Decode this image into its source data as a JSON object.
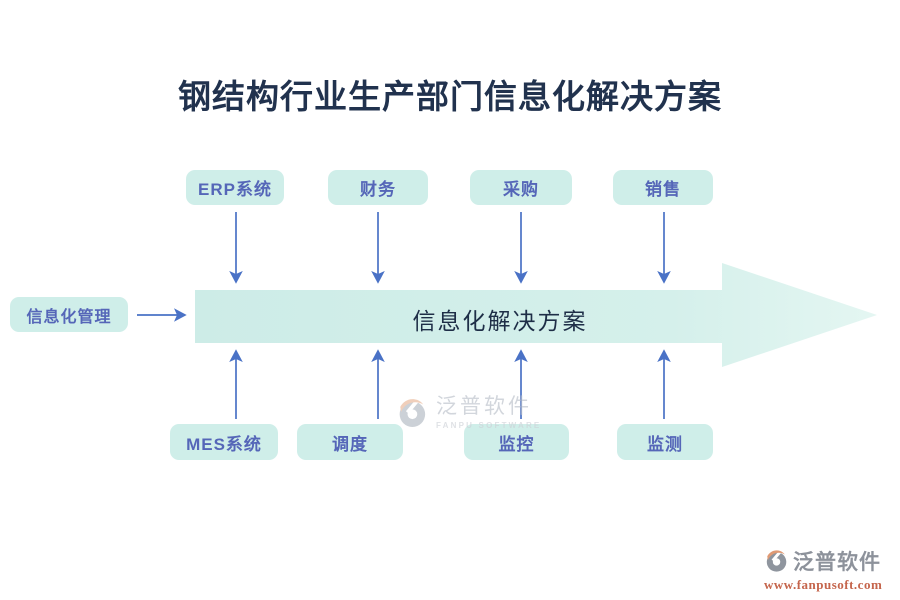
{
  "title": {
    "text": "钢结构行业生产部门信息化解决方案",
    "color": "#21324e"
  },
  "colors": {
    "box_fill": "#cfeee9",
    "box_text": "#5566b8",
    "connector_blue": "#4a72c6",
    "banner_fill": "#cdece7",
    "banner_fill_light": "#e4f6f2",
    "banner_text": "#1e2e47",
    "watermark_gray": "#8d929b",
    "watermark_orange": "#c5654c"
  },
  "diagram": {
    "left_box": {
      "label": "信息化管理"
    },
    "banner": {
      "label": "信息化解决方案"
    },
    "top_boxes": [
      {
        "label": "ERP系统"
      },
      {
        "label": "财务"
      },
      {
        "label": "采购"
      },
      {
        "label": "销售"
      }
    ],
    "bottom_boxes": [
      {
        "label": "MES系统"
      },
      {
        "label": "调度"
      },
      {
        "label": "监控"
      },
      {
        "label": "监测"
      }
    ]
  },
  "watermark_center": {
    "brand": "泛普软件",
    "sub": "FANPU SOFTWARE"
  },
  "watermark_corner": {
    "brand": "泛普软件",
    "url": "www.fanpusoft.com"
  }
}
